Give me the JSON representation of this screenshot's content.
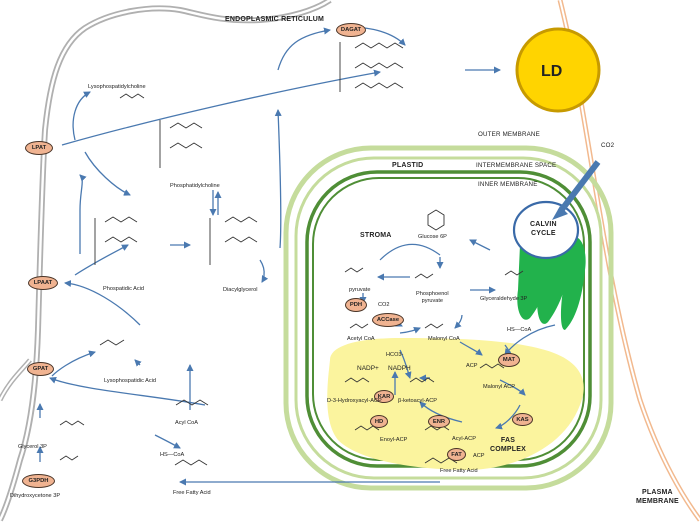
{
  "compartments": {
    "er": "ENDOPLASMIC RETICULUM",
    "ld": "LD",
    "outer_membrane": "OUTER MEMBRANE",
    "plastid": "PLASTID",
    "intermembrane_space": "INTERMEMBRANE SPACE",
    "inner_membrane": "INNER MEMBRANE",
    "stroma": "STROMA",
    "calvin_cycle": [
      "CALVIN",
      "CYCLE"
    ],
    "fas_complex": [
      "FAS",
      "COMPLEX"
    ],
    "plasma_membrane": [
      "PLASMA",
      "MEMBRANE"
    ],
    "co2_top": "CO2"
  },
  "enzymes": {
    "dagat": "DAGAT",
    "lpat": "LPAT",
    "lpaat": "LPAAT",
    "gpat": "GPAT",
    "g3pdh": "G3PDH",
    "pdh": "PDH",
    "accase": "ACCase",
    "mat": "MAT",
    "kar": "KAR",
    "hd": "HD",
    "enr": "ENR",
    "kas": "KAS",
    "fat": "FAT"
  },
  "metabolites": {
    "lysophosphatidylcholine": "Lysophospatidylcholine",
    "phosphatidylcholine": "Phosphatidylcholine",
    "phosphatidic_acid": "Phospatidic Acid",
    "diacylglycerol": "Diacylglycerol",
    "lysophosphatidic_acid": "Lysophospatidic Acid",
    "glycerol_3p": "Glycerol 3P",
    "dihydroxyacetone_3p": "Dihydroxycetone 3P",
    "acyl_coa": "Acyl CoA",
    "hs_coa": "HS—CoA",
    "free_fatty_acid": "Free Fatty Acid",
    "glucose_6p": "Glucose 6P",
    "phosphoenol_pyruvate": [
      "Phosphoenol",
      "pyruvate"
    ],
    "glyceraldehyde_3p": "Glyceraldehyde 3P",
    "pyruvate": "pyruvate",
    "co2_pdh": "CO2",
    "acetyl_coa": "Acetyl CoA",
    "malonyl_coa": "Malonyl CoA",
    "hco3": "HCO3-",
    "hs_coa_2": "HS—CoA",
    "malonyl_acp": "Malonyl ACP",
    "acp_1": "ACP",
    "acp_2": "ACP",
    "nadp": "NADP+",
    "nadph": "NADPH",
    "hydroxyacyl_acp": "D-3-Hydroxyacyl-ACP",
    "ketoacyl_acp": "β-ketoacyl-ACP",
    "enoyl_acp": "Enoyl-ACP",
    "acyl_acp": "Acyl-ACP",
    "free_fatty_acid_2": "Free Fatty Acid"
  },
  "colors": {
    "ld_fill": "#ffd400",
    "ld_stroke": "#c79a00",
    "envelope_light": "#c5dc9c",
    "envelope_dark": "#4f8e36",
    "thylakoid": "#22b24c",
    "fas_region": "#fbf49e",
    "enzyme_fill": "#f0b391",
    "arrow": "#4a79b0",
    "er_membrane": "#b5b5b5",
    "plasma_membrane": "#f2b98e",
    "calvin_stroke": "#3a6aa8"
  }
}
